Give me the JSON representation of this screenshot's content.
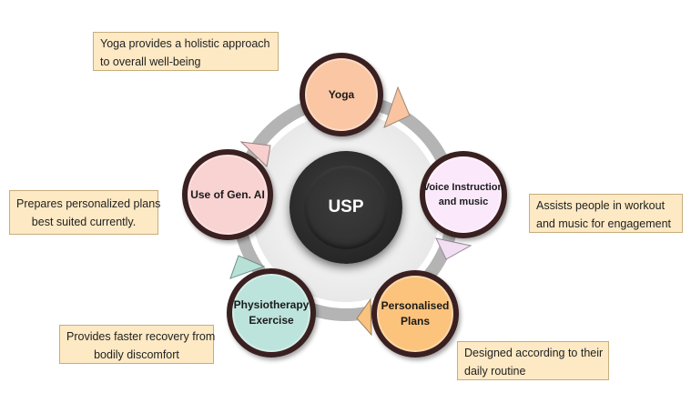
{
  "center": {
    "label": "USP"
  },
  "nodes": [
    {
      "id": "yoga",
      "lines": [
        "Yoga"
      ],
      "fill": "#fbc6a3"
    },
    {
      "id": "voice",
      "lines": [
        "Voice Instruction",
        "and music"
      ],
      "fill": "#fbe9fb"
    },
    {
      "id": "plans",
      "lines": [
        "Personalised",
        "Plans"
      ],
      "fill": "#fbc37c"
    },
    {
      "id": "physio",
      "lines": [
        "Physiotherapy",
        "Exercise"
      ],
      "fill": "#bde4dc"
    },
    {
      "id": "genai",
      "lines": [
        "Use of Gen. AI"
      ],
      "fill": "#f9d2d2"
    }
  ],
  "notes": {
    "yoga": [
      "Yoga provides a holistic approach",
      "to overall well-being"
    ],
    "voice": [
      "Assists people in workout",
      "and music for engagement"
    ],
    "plans": [
      "Designed according to their",
      "daily routine"
    ],
    "physio": [
      "Provides faster recovery from",
      "bodily discomfort"
    ],
    "genai": [
      "Prepares personalized plans",
      "best suited currently."
    ]
  },
  "arrow_colors": [
    "#f9c49f",
    "#f3dff3",
    "#f9c27f",
    "#b7e1d6",
    "#f7cfcf"
  ],
  "colors": {
    "ring": "#b4b4b4",
    "ring_inner": "#f4f4f4",
    "node_border": "#3a2020",
    "note_bg": "#fde9c4"
  }
}
